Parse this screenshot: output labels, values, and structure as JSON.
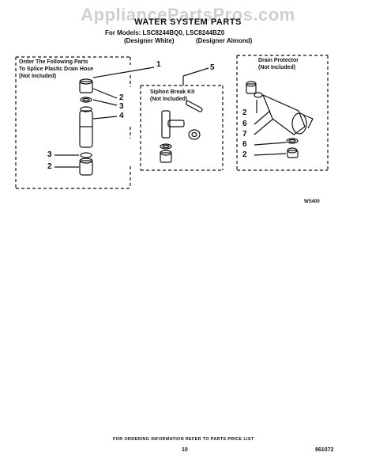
{
  "watermark": "AppliancePartsPros.com",
  "header": {
    "title": "WATER SYSTEM PARTS",
    "models_line": "For Models: LSC8244BQ0, LSC8244BZ0",
    "variant_white": "(Designer White)",
    "variant_almond": "(Designer Almond)"
  },
  "panels": {
    "drain_hose": {
      "text": "Order The Following Parts\nTo Splice Plastic Drain Hose\n(Not Included)"
    },
    "siphon": {
      "text": "Siphon Break Kit\n(Not Included)"
    },
    "drain_protector": {
      "text": "Drain Protector\n(Not Included)"
    }
  },
  "callouts": {
    "c1": "1",
    "c2a": "2",
    "c3a": "3",
    "c4": "4",
    "c3b": "3",
    "c2b": "2",
    "c5": "5",
    "c2c": "2",
    "c6a": "6",
    "c7": "7",
    "c6b": "6",
    "c2d": "2"
  },
  "diagram_code": "WS400",
  "footer": {
    "note": "FOR ORDERING INFORMATION REFER TO PARTS PRICE LIST",
    "page": "10",
    "doc_number": "861072"
  }
}
